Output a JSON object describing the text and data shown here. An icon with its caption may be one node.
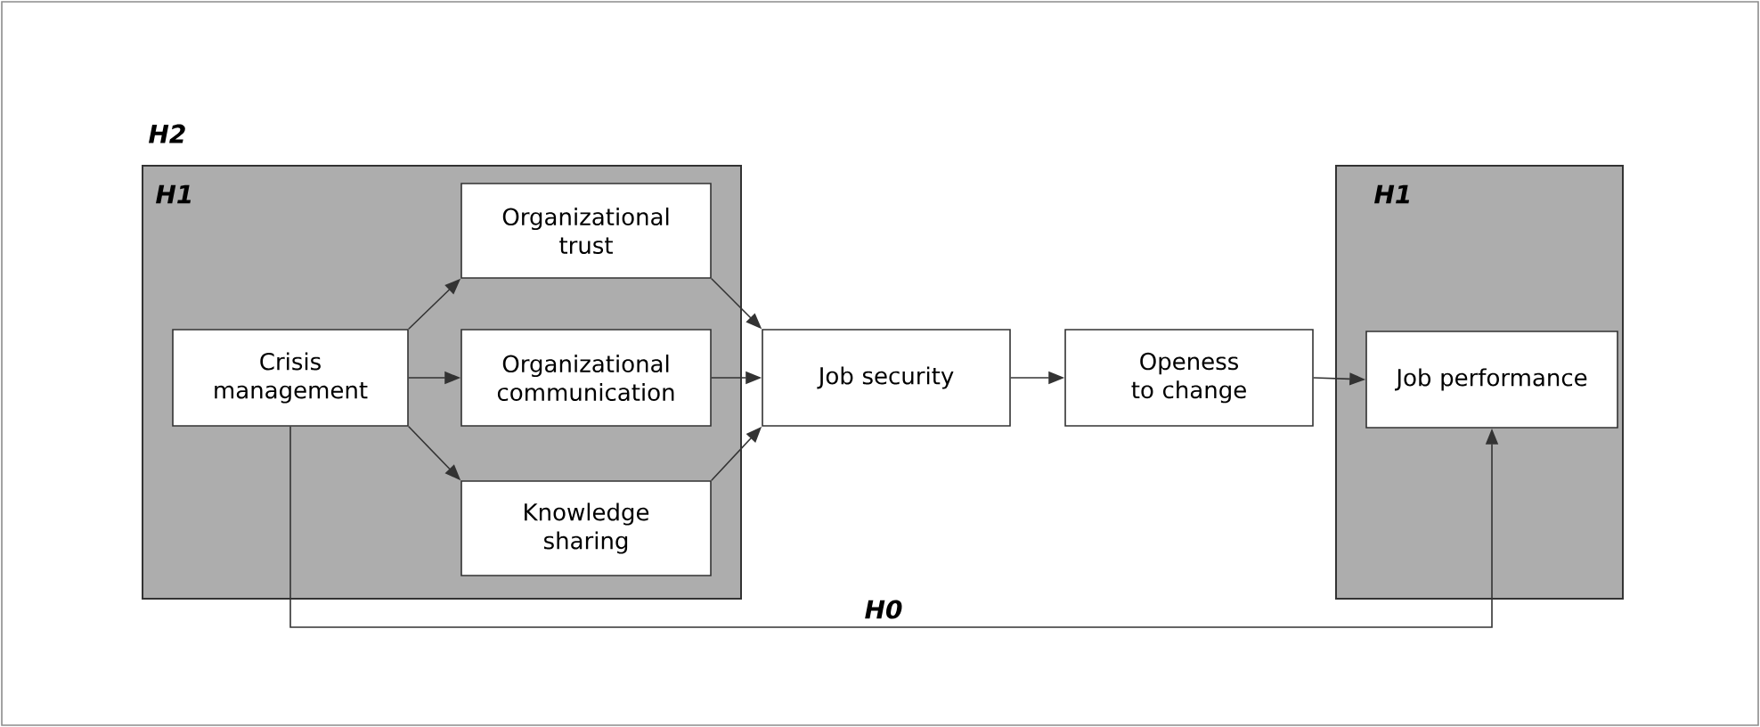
{
  "diagram": {
    "nodes": [
      {
        "text": [
          "H2",
          "H1"
        ]
      },
      {
        "text": [
          "Crisis management"
        ],
        "in": 0
      },
      {
        "text": [
          "Organizational trust"
        ],
        "in": 0
      },
      {
        "text": [
          "Organizational communication"
        ],
        "in": 0
      },
      {
        "text": [
          "Knowledge sharing"
        ],
        "in": 0
      },
      {
        "text": [
          "Job security"
        ]
      },
      {
        "text": [
          "Openess to change"
        ]
      },
      {
        "text": [
          "H1"
        ]
      },
      {
        "text": [
          "Job performance"
        ],
        "in": 7
      }
    ],
    "edges": [
      {
        "from": 1,
        "to": 2,
        "arrow": "to"
      },
      {
        "from": 1,
        "to": 3,
        "arrow": "to"
      },
      {
        "from": 1,
        "to": 4,
        "arrow": "to"
      },
      {
        "from": 2,
        "to": 5,
        "arrow": "to"
      },
      {
        "from": 3,
        "to": 5,
        "arrow": "to"
      },
      {
        "from": 4,
        "to": 5,
        "arrow": "to"
      },
      {
        "from": 5,
        "to": 6,
        "arrow": "to"
      },
      {
        "from": 6,
        "to": 8,
        "arrow": "to"
      },
      {
        "from": 1,
        "to": 8,
        "arrow": "to",
        "label": "H0"
      }
    ]
  }
}
